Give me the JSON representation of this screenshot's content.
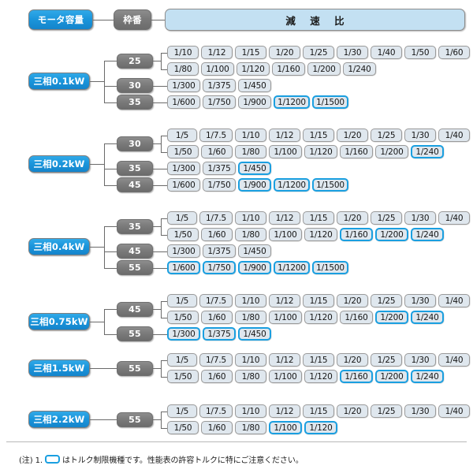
{
  "header": {
    "motor_capacity_label": "モータ容量",
    "frame_no_label": "枠番",
    "ratio_label": "減 速 比"
  },
  "footnote": {
    "prefix": "(注) 1.",
    "text": "はトルク制限機種です。性能表の許容トルクに特にご注意ください。"
  },
  "colors": {
    "accent_blue": "#1a9fe0",
    "pill_blue": "#1b96dc",
    "pill_gray": "#7a7a7a",
    "header_fill": "#c3e0f2",
    "chip_fill": "#dfe7ee"
  },
  "groups": [
    {
      "motor": "三相0.1kW",
      "frames": [
        {
          "frame": "25",
          "rows": [
            {
              "ratios": [
                {
                  "v": "1/10",
                  "hl": false
                },
                {
                  "v": "1/12",
                  "hl": false
                },
                {
                  "v": "1/15",
                  "hl": false
                },
                {
                  "v": "1/20",
                  "hl": false
                },
                {
                  "v": "1/25",
                  "hl": false
                },
                {
                  "v": "1/30",
                  "hl": false
                },
                {
                  "v": "1/40",
                  "hl": false
                },
                {
                  "v": "1/50",
                  "hl": false
                },
                {
                  "v": "1/60",
                  "hl": false
                }
              ]
            },
            {
              "ratios": [
                {
                  "v": "1/80",
                  "hl": false
                },
                {
                  "v": "1/100",
                  "hl": false
                },
                {
                  "v": "1/120",
                  "hl": false
                },
                {
                  "v": "1/160",
                  "hl": false
                },
                {
                  "v": "1/200",
                  "hl": false
                },
                {
                  "v": "1/240",
                  "hl": false
                }
              ]
            }
          ]
        },
        {
          "frame": "30",
          "rows": [
            {
              "ratios": [
                {
                  "v": "1/300",
                  "hl": false
                },
                {
                  "v": "1/375",
                  "hl": false
                },
                {
                  "v": "1/450",
                  "hl": false
                }
              ]
            }
          ]
        },
        {
          "frame": "35",
          "rows": [
            {
              "ratios": [
                {
                  "v": "1/600",
                  "hl": false
                },
                {
                  "v": "1/750",
                  "hl": false
                },
                {
                  "v": "1/900",
                  "hl": false
                },
                {
                  "v": "1/1200",
                  "hl": true
                },
                {
                  "v": "1/1500",
                  "hl": true
                }
              ]
            }
          ]
        }
      ]
    },
    {
      "motor": "三相0.2kW",
      "frames": [
        {
          "frame": "30",
          "rows": [
            {
              "ratios": [
                {
                  "v": "1/5",
                  "hl": false
                },
                {
                  "v": "1/7.5",
                  "hl": false
                },
                {
                  "v": "1/10",
                  "hl": false
                },
                {
                  "v": "1/12",
                  "hl": false
                },
                {
                  "v": "1/15",
                  "hl": false
                },
                {
                  "v": "1/20",
                  "hl": false
                },
                {
                  "v": "1/25",
                  "hl": false
                },
                {
                  "v": "1/30",
                  "hl": false
                },
                {
                  "v": "1/40",
                  "hl": false
                }
              ]
            },
            {
              "ratios": [
                {
                  "v": "1/50",
                  "hl": false
                },
                {
                  "v": "1/60",
                  "hl": false
                },
                {
                  "v": "1/80",
                  "hl": false
                },
                {
                  "v": "1/100",
                  "hl": false
                },
                {
                  "v": "1/120",
                  "hl": false
                },
                {
                  "v": "1/160",
                  "hl": false
                },
                {
                  "v": "1/200",
                  "hl": false
                },
                {
                  "v": "1/240",
                  "hl": true
                }
              ]
            }
          ]
        },
        {
          "frame": "35",
          "rows": [
            {
              "ratios": [
                {
                  "v": "1/300",
                  "hl": false
                },
                {
                  "v": "1/375",
                  "hl": false
                },
                {
                  "v": "1/450",
                  "hl": true
                }
              ]
            }
          ]
        },
        {
          "frame": "45",
          "rows": [
            {
              "ratios": [
                {
                  "v": "1/600",
                  "hl": false
                },
                {
                  "v": "1/750",
                  "hl": false
                },
                {
                  "v": "1/900",
                  "hl": true
                },
                {
                  "v": "1/1200",
                  "hl": true
                },
                {
                  "v": "1/1500",
                  "hl": true
                }
              ]
            }
          ]
        }
      ]
    },
    {
      "motor": "三相0.4kW",
      "frames": [
        {
          "frame": "35",
          "rows": [
            {
              "ratios": [
                {
                  "v": "1/5",
                  "hl": false
                },
                {
                  "v": "1/7.5",
                  "hl": false
                },
                {
                  "v": "1/10",
                  "hl": false
                },
                {
                  "v": "1/12",
                  "hl": false
                },
                {
                  "v": "1/15",
                  "hl": false
                },
                {
                  "v": "1/20",
                  "hl": false
                },
                {
                  "v": "1/25",
                  "hl": false
                },
                {
                  "v": "1/30",
                  "hl": false
                },
                {
                  "v": "1/40",
                  "hl": false
                }
              ]
            },
            {
              "ratios": [
                {
                  "v": "1/50",
                  "hl": false
                },
                {
                  "v": "1/60",
                  "hl": false
                },
                {
                  "v": "1/80",
                  "hl": false
                },
                {
                  "v": "1/100",
                  "hl": false
                },
                {
                  "v": "1/120",
                  "hl": false
                },
                {
                  "v": "1/160",
                  "hl": true
                },
                {
                  "v": "1/200",
                  "hl": true
                },
                {
                  "v": "1/240",
                  "hl": true
                }
              ]
            }
          ]
        },
        {
          "frame": "45",
          "rows": [
            {
              "ratios": [
                {
                  "v": "1/300",
                  "hl": false
                },
                {
                  "v": "1/375",
                  "hl": false
                },
                {
                  "v": "1/450",
                  "hl": false
                }
              ]
            }
          ]
        },
        {
          "frame": "55",
          "rows": [
            {
              "ratios": [
                {
                  "v": "1/600",
                  "hl": true
                },
                {
                  "v": "1/750",
                  "hl": true
                },
                {
                  "v": "1/900",
                  "hl": true
                },
                {
                  "v": "1/1200",
                  "hl": true
                },
                {
                  "v": "1/1500",
                  "hl": true
                }
              ]
            }
          ]
        }
      ]
    },
    {
      "motor": "三相0.75kW",
      "frames": [
        {
          "frame": "45",
          "rows": [
            {
              "ratios": [
                {
                  "v": "1/5",
                  "hl": false
                },
                {
                  "v": "1/7.5",
                  "hl": false
                },
                {
                  "v": "1/10",
                  "hl": false
                },
                {
                  "v": "1/12",
                  "hl": false
                },
                {
                  "v": "1/15",
                  "hl": false
                },
                {
                  "v": "1/20",
                  "hl": false
                },
                {
                  "v": "1/25",
                  "hl": false
                },
                {
                  "v": "1/30",
                  "hl": false
                },
                {
                  "v": "1/40",
                  "hl": false
                }
              ]
            },
            {
              "ratios": [
                {
                  "v": "1/50",
                  "hl": false
                },
                {
                  "v": "1/60",
                  "hl": false
                },
                {
                  "v": "1/80",
                  "hl": false
                },
                {
                  "v": "1/100",
                  "hl": false
                },
                {
                  "v": "1/120",
                  "hl": false
                },
                {
                  "v": "1/160",
                  "hl": false
                },
                {
                  "v": "1/200",
                  "hl": true
                },
                {
                  "v": "1/240",
                  "hl": true
                }
              ]
            }
          ]
        },
        {
          "frame": "55",
          "rows": [
            {
              "ratios": [
                {
                  "v": "1/300",
                  "hl": true
                },
                {
                  "v": "1/375",
                  "hl": true
                },
                {
                  "v": "1/450",
                  "hl": true
                }
              ]
            }
          ]
        }
      ]
    },
    {
      "motor": "三相1.5kW",
      "frames": [
        {
          "frame": "55",
          "rows": [
            {
              "ratios": [
                {
                  "v": "1/5",
                  "hl": false
                },
                {
                  "v": "1/7.5",
                  "hl": false
                },
                {
                  "v": "1/10",
                  "hl": false
                },
                {
                  "v": "1/12",
                  "hl": false
                },
                {
                  "v": "1/15",
                  "hl": false
                },
                {
                  "v": "1/20",
                  "hl": false
                },
                {
                  "v": "1/25",
                  "hl": false
                },
                {
                  "v": "1/30",
                  "hl": false
                },
                {
                  "v": "1/40",
                  "hl": false
                }
              ]
            },
            {
              "ratios": [
                {
                  "v": "1/50",
                  "hl": false
                },
                {
                  "v": "1/60",
                  "hl": false
                },
                {
                  "v": "1/80",
                  "hl": false
                },
                {
                  "v": "1/100",
                  "hl": false
                },
                {
                  "v": "1/120",
                  "hl": false
                },
                {
                  "v": "1/160",
                  "hl": true
                },
                {
                  "v": "1/200",
                  "hl": true
                },
                {
                  "v": "1/240",
                  "hl": true
                }
              ]
            }
          ]
        }
      ]
    },
    {
      "motor": "三相2.2kW",
      "frames": [
        {
          "frame": "55",
          "rows": [
            {
              "ratios": [
                {
                  "v": "1/5",
                  "hl": false
                },
                {
                  "v": "1/7.5",
                  "hl": false
                },
                {
                  "v": "1/10",
                  "hl": false
                },
                {
                  "v": "1/12",
                  "hl": false
                },
                {
                  "v": "1/15",
                  "hl": false
                },
                {
                  "v": "1/20",
                  "hl": false
                },
                {
                  "v": "1/25",
                  "hl": false
                },
                {
                  "v": "1/30",
                  "hl": false
                },
                {
                  "v": "1/40",
                  "hl": false
                }
              ]
            },
            {
              "ratios": [
                {
                  "v": "1/50",
                  "hl": false
                },
                {
                  "v": "1/60",
                  "hl": false
                },
                {
                  "v": "1/80",
                  "hl": false
                },
                {
                  "v": "1/100",
                  "hl": true
                },
                {
                  "v": "1/120",
                  "hl": true
                }
              ]
            }
          ]
        }
      ]
    }
  ]
}
